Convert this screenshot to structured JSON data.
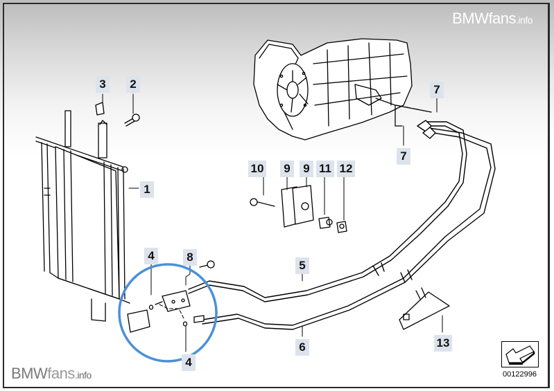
{
  "watermark": {
    "brand": "BMW",
    "brand2": "fans",
    "tld": ".info"
  },
  "diagram": {
    "title": "Automatic transmission oil cooler / oil cooler lines",
    "reference_number": "00122996",
    "highlight_color": "#4a90d9",
    "label_bg_color": "#dde3ec",
    "callouts": [
      {
        "id": "c1",
        "number": "1",
        "part": "oil-cooler"
      },
      {
        "id": "c2",
        "number": "2",
        "part": "screw"
      },
      {
        "id": "c3",
        "number": "3",
        "part": "clip-nut"
      },
      {
        "id": "c4a",
        "number": "4",
        "part": "o-ring"
      },
      {
        "id": "c4b",
        "number": "4",
        "part": "o-ring"
      },
      {
        "id": "c5",
        "number": "5",
        "part": "oil-cooler-line-return"
      },
      {
        "id": "c6",
        "number": "6",
        "part": "oil-cooler-line-feed"
      },
      {
        "id": "c7a",
        "number": "7",
        "part": "sealing-ring"
      },
      {
        "id": "c7b",
        "number": "7",
        "part": "sealing-ring"
      },
      {
        "id": "c8",
        "number": "8",
        "part": "bolt"
      },
      {
        "id": "c9a",
        "number": "9",
        "part": "holder"
      },
      {
        "id": "c9b",
        "number": "9",
        "part": "holder"
      },
      {
        "id": "c10",
        "number": "10",
        "part": "hex-bolt"
      },
      {
        "id": "c11",
        "number": "11",
        "part": "rubber-mount"
      },
      {
        "id": "c12",
        "number": "12",
        "part": "nut"
      },
      {
        "id": "c13",
        "number": "13",
        "part": "bracket"
      }
    ]
  }
}
